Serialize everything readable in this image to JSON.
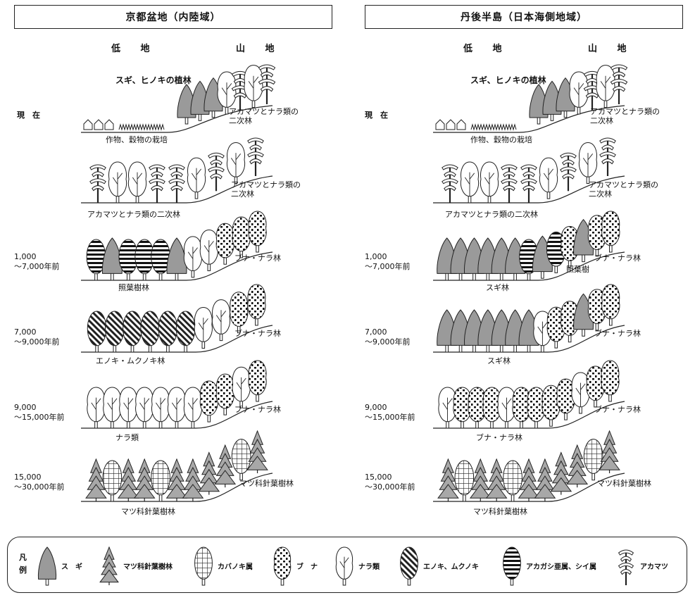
{
  "titles": {
    "left": "京都盆地（内陸域）",
    "right": "丹後半島（日本海側地域）"
  },
  "columns": {
    "low": "低 地",
    "mountain": "山 地"
  },
  "periods": {
    "now": "現　在",
    "p2": "1,000\n〜7,000年前",
    "p3": "7,000\n〜9,000年前",
    "p4": "9,000\n〜15,000年前",
    "p5": "15,000\n〜30,000年前"
  },
  "left": {
    "r1_top": "スギ、ヒノキの植林",
    "r1_right": "アカマツとナラ類の\n二次林",
    "r1_bottom": "作物、穀物の栽培",
    "r2_right": "アカマツとナラ類の\n二次林",
    "r2_bottom": "アカマツとナラ類の二次林",
    "r3_right": "ブナ・ナラ林",
    "r3_bottom": "照葉樹林",
    "r4_right": "ブナ・ナラ林",
    "r4_bottom": "エノキ・ムクノキ林",
    "r5_right": "ブナ・ナラ林",
    "r5_bottom": "ナラ類",
    "r6_right": "マツ科針葉樹林",
    "r6_bottom": "マツ科針葉樹林"
  },
  "right": {
    "r1_top": "スギ、ヒノキの植林",
    "r1_right": "アカマツとナラ類の\n二次林",
    "r1_bottom": "作物、穀物の栽培",
    "r2_right": "アカマツとナラ類の\n二次林",
    "r2_bottom": "アカマツとナラ類の二次林",
    "r3_right": "ブナ・ナラ林",
    "r3_mid": "照葉樹",
    "r3_bottom": "スギ林",
    "r4_right": "ブナ・ナラ林",
    "r4_bottom": "スギ林",
    "r5_right": "ブナ・ナラ林",
    "r5_bottom": "ブナ・ナラ林",
    "r6_right": "マツ科針葉樹林",
    "r6_bottom": "マツ科針葉樹林"
  },
  "legend": {
    "title": "凡\n例",
    "items": [
      {
        "icon": "sugi",
        "label": "ス　ギ"
      },
      {
        "icon": "pine",
        "label": "マツ科針葉樹林"
      },
      {
        "icon": "kaba",
        "label": "カバノキ属"
      },
      {
        "icon": "buna",
        "label": "ブ　ナ"
      },
      {
        "icon": "nara",
        "label": "ナラ類"
      },
      {
        "icon": "enoki",
        "label": "エノキ、ムクノキ"
      },
      {
        "icon": "akagashi",
        "label": "アカガシ亜属、シイ属"
      },
      {
        "icon": "akamatsu",
        "label": "アカマツ"
      }
    ]
  }
}
